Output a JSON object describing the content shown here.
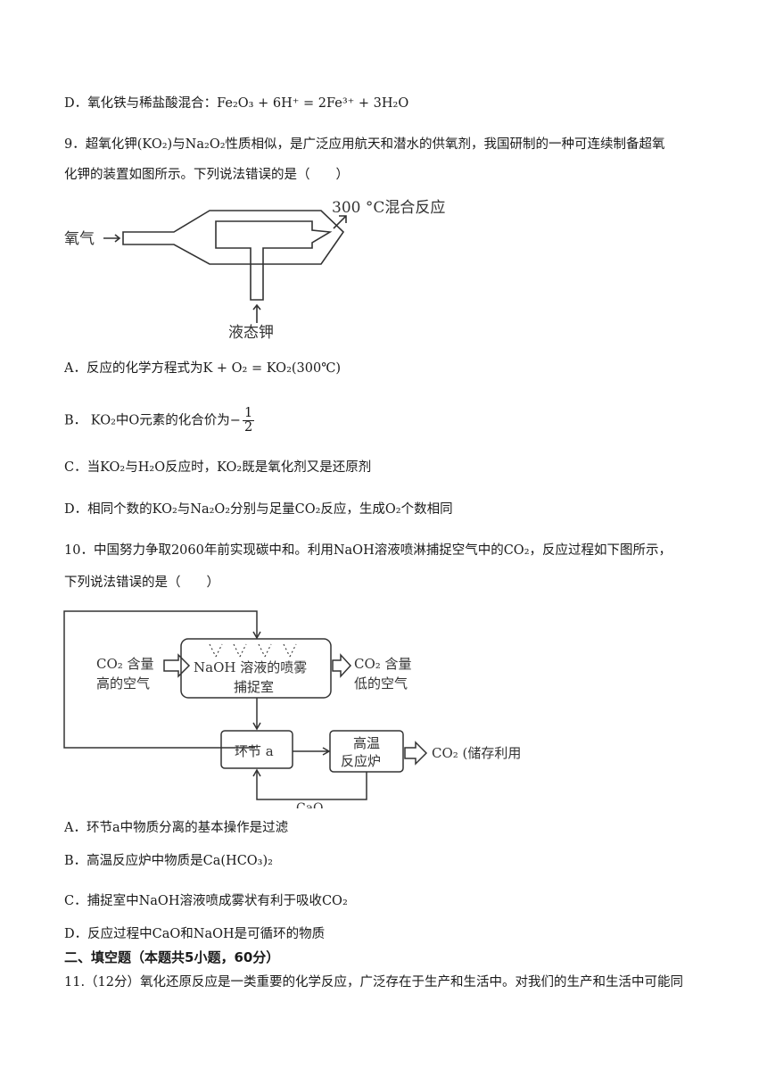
{
  "q8": {
    "option_d": "D．氧化铁与稀盐酸混合：Fe₂O₃ + 6H⁺ = 2Fe³⁺ + 3H₂O"
  },
  "q9": {
    "stem_line1": "9．超氧化钾(KO₂)与Na₂O₂性质相似，是广泛应用航天和潜水的供氧剂，我国研制的一种可连续制备超氧",
    "stem_line2": "化钾的装置如图所示。下列说法错误的是（　　）",
    "diagram": {
      "label_oxygen": "氧气",
      "label_reaction": "300 °C混合反应",
      "label_potassium": "液态钾"
    },
    "option_a": "A．反应的化学方程式为K + O₂ = KO₂(300℃)",
    "option_b_prefix": "B． KO₂中O元素的化合价为−",
    "option_b_num": "1",
    "option_b_den": "2",
    "option_c": "C．当KO₂与H₂O反应时，KO₂既是氧化剂又是还原剂",
    "option_d": "D．相同个数的KO₂与Na₂O₂分别与足量CO₂反应，生成O₂个数相同"
  },
  "q10": {
    "stem_line1": "10．中国努力争取2060年前实现碳中和。利用NaOH溶液喷淋捕捉空气中的CO₂，反应过程如下图所示，",
    "stem_line2": "下列说法错误的是（　　）",
    "diagram": {
      "in_air_1": "CO₂ 含量",
      "in_air_2": "高的空气",
      "capture_1": "NaOH 溶液的喷雾",
      "capture_2": "捕捉室",
      "out_air_1": "CO₂ 含量",
      "out_air_2": "低的空气",
      "step_a": "环节 a",
      "furnace_1": "高温",
      "furnace_2": "反应炉",
      "co2_out": "CO₂ (储存利用",
      "cao": "CaO"
    },
    "option_a": "A．环节a中物质分离的基本操作是过滤",
    "option_b": "B．高温反应炉中物质是Ca(HCO₃)₂",
    "option_c": "C．捕捉室中NaOH溶液喷成雾状有利于吸收CO₂",
    "option_d": "D．反应过程中CaO和NaOH是可循环的物质"
  },
  "section2": {
    "heading": "二、填空题（本题共5小题，60分）"
  },
  "q11": {
    "stem_line1": "11.（12分）氧化还原反应是一类重要的化学反应，广泛存在于生产和生活中。对我们的生产和生活中可能同"
  }
}
